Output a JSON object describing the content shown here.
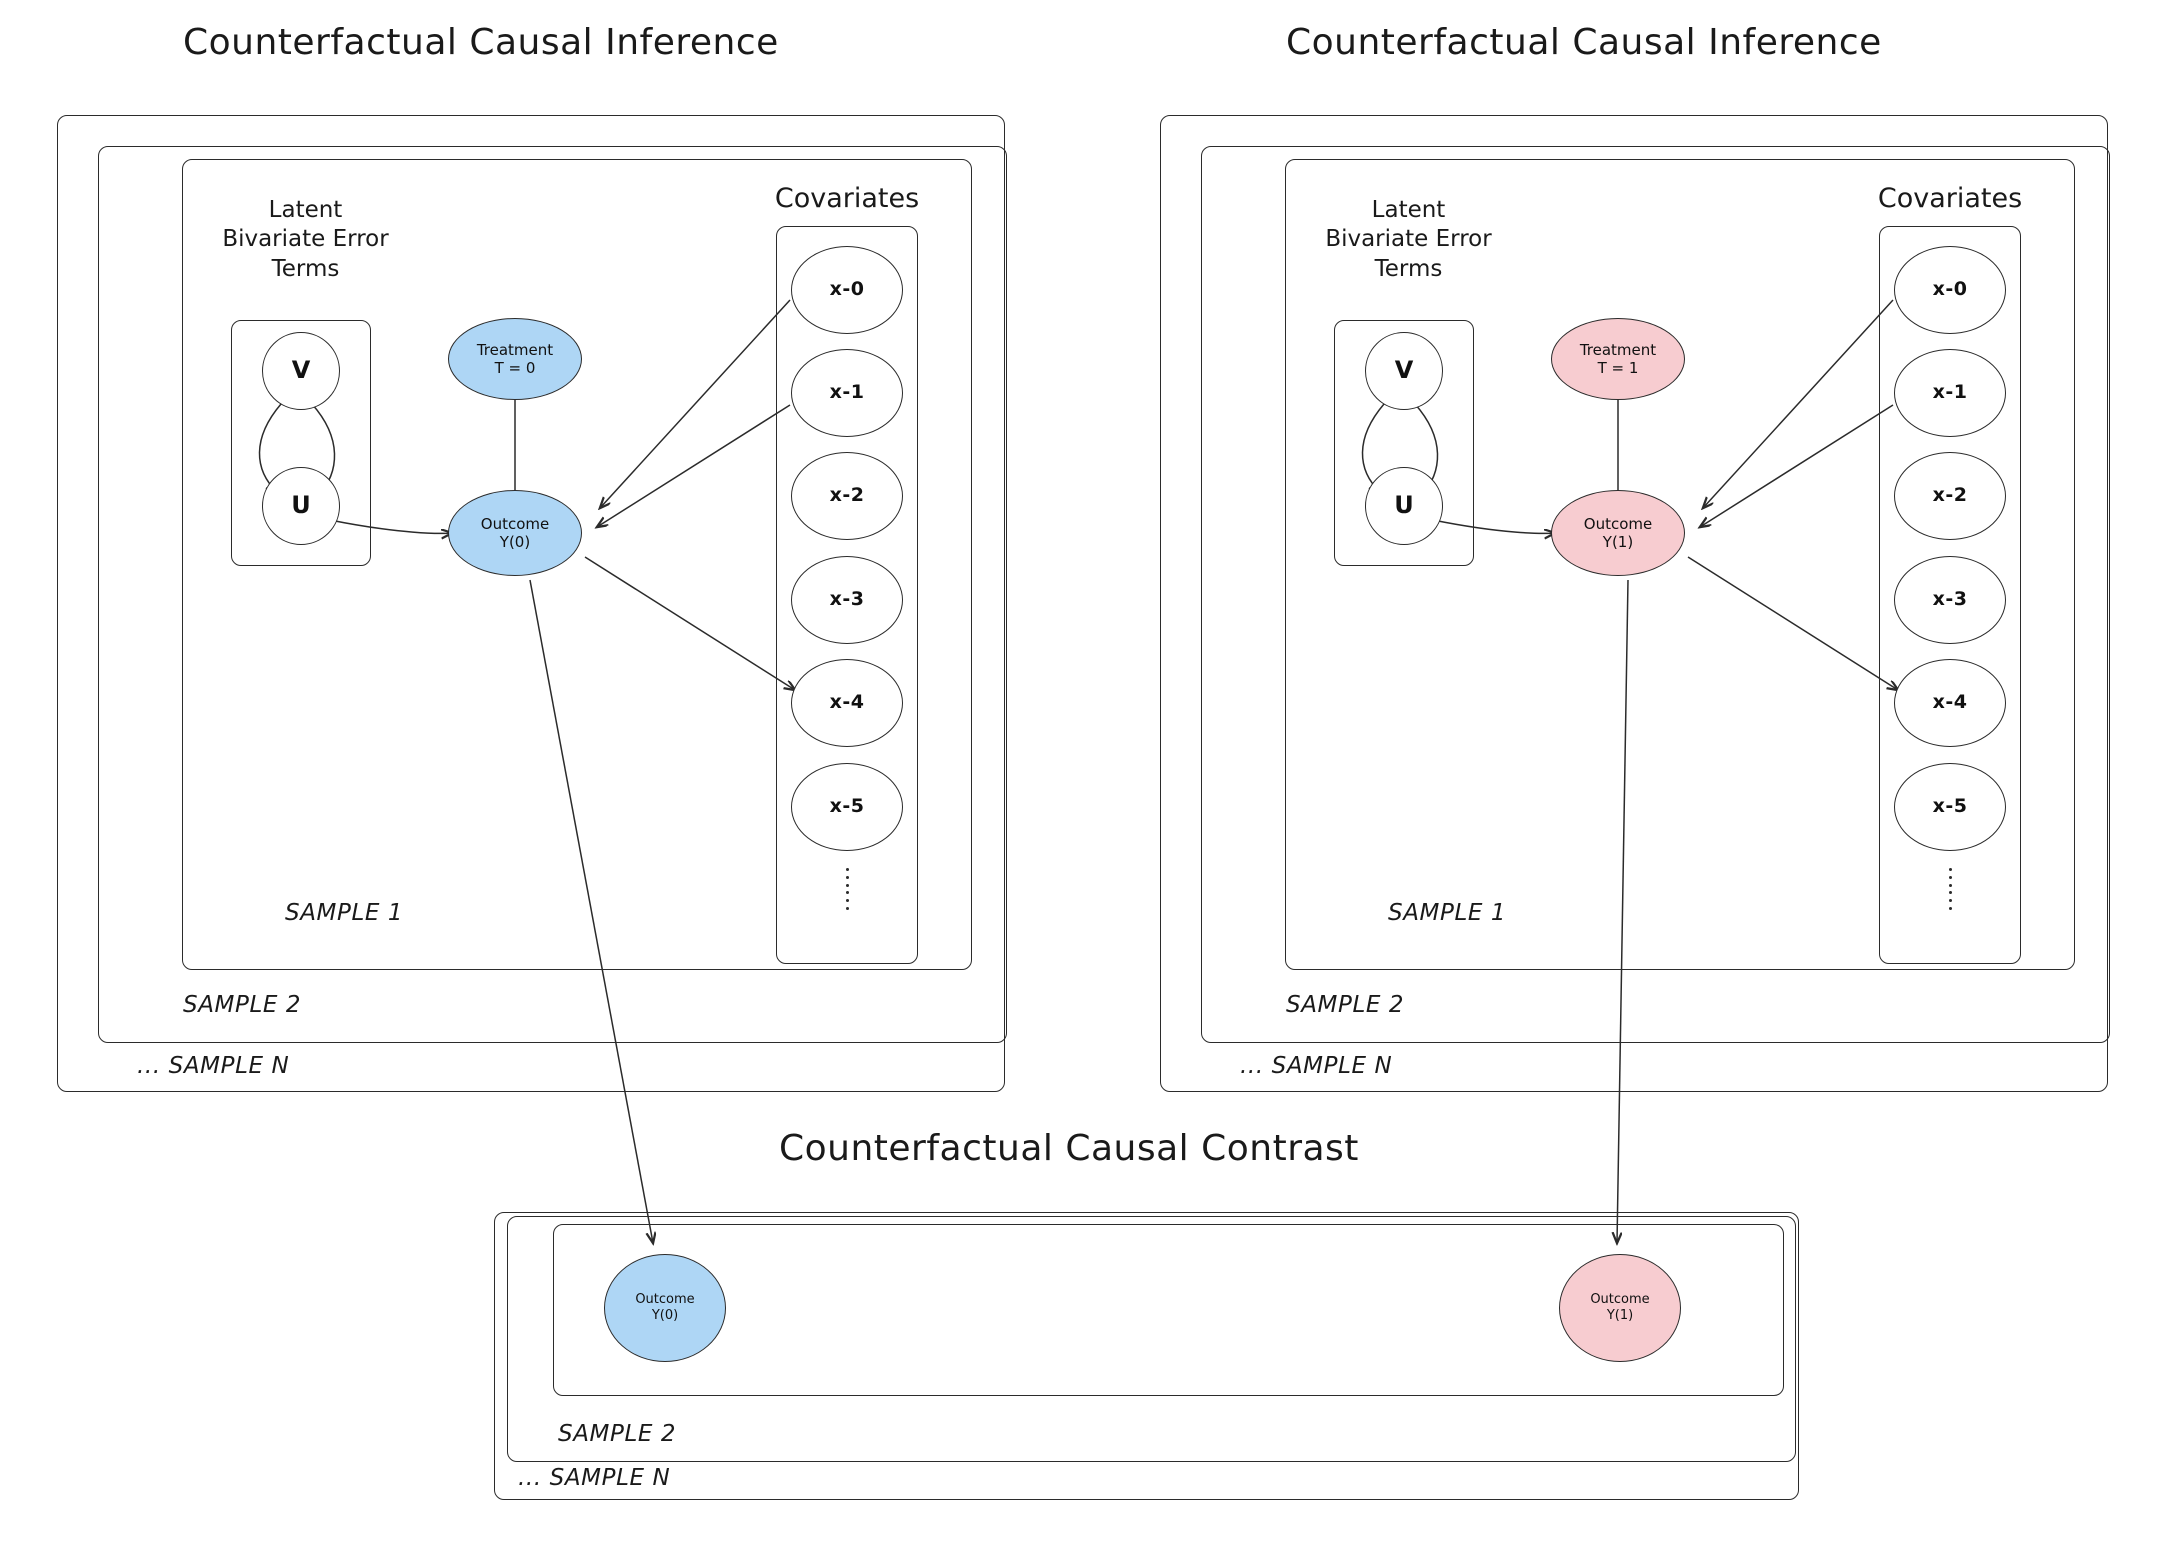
{
  "panels": {
    "left": {
      "title": "Counterfactual Causal Inference",
      "latent_label": "Latent\nBivariate Error\nTerms",
      "covariates_label": "Covariates",
      "latent_nodes": [
        {
          "label": "V"
        },
        {
          "label": "U"
        }
      ],
      "treatment": {
        "line1": "Treatment",
        "line2": "T = 0"
      },
      "outcome": {
        "line1": "Outcome",
        "line2": "Y(0)"
      },
      "covariates": [
        "x-0",
        "x-1",
        "x-2",
        "x-3",
        "x-4",
        "x-5"
      ],
      "covariates_more": "vertical-ellipsis",
      "samples": [
        "SAMPLE 1",
        "SAMPLE 2",
        "... SAMPLE N"
      ],
      "accent": "#aed6f5"
    },
    "right": {
      "title": "Counterfactual Causal Inference",
      "latent_label": "Latent\nBivariate Error\nTerms",
      "covariates_label": "Covariates",
      "latent_nodes": [
        {
          "label": "V"
        },
        {
          "label": "U"
        }
      ],
      "treatment": {
        "line1": "Treatment",
        "line2": "T = 1"
      },
      "outcome": {
        "line1": "Outcome",
        "line2": "Y(1)"
      },
      "covariates": [
        "x-0",
        "x-1",
        "x-2",
        "x-3",
        "x-4",
        "x-5"
      ],
      "covariates_more": "vertical-ellipsis",
      "samples": [
        "SAMPLE 1",
        "SAMPLE 2",
        "... SAMPLE N"
      ],
      "accent": "#f7ccd0"
    },
    "bottom": {
      "title": "Counterfactual Causal Contrast",
      "outcome_control": {
        "line1": "Outcome",
        "line2": "Y(0)"
      },
      "outcome_treated": {
        "line1": "Outcome",
        "line2": "Y(1)"
      },
      "samples": [
        "SAMPLE 2",
        "... SAMPLE N"
      ],
      "accent_control": "#aed6f5",
      "accent_treated": "#f7ccd0"
    }
  },
  "colors": {
    "control_fill": "#aed6f5",
    "treated_fill": "#f7ccd0",
    "stroke": "#2b2b2b",
    "text": "#1a1a1a",
    "background": "#ffffff"
  }
}
